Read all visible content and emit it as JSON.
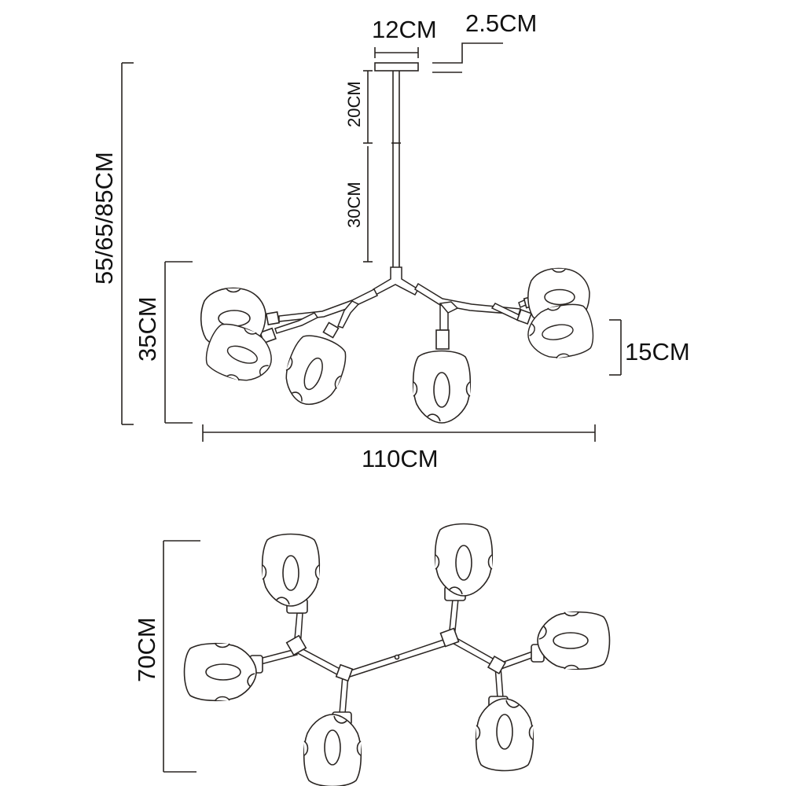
{
  "labels": {
    "canopy_width": "12CM",
    "canopy_height": "2.5CM",
    "rod_upper": "20CM",
    "rod_lower": "30CM",
    "total_height": "55/65/85CM",
    "body_height": "35CM",
    "shade_height": "15CM",
    "total_width": "110CM",
    "depth": "70CM"
  },
  "colors": {
    "line": "#2a2522",
    "text": "#111111",
    "background": "#ffffff"
  }
}
